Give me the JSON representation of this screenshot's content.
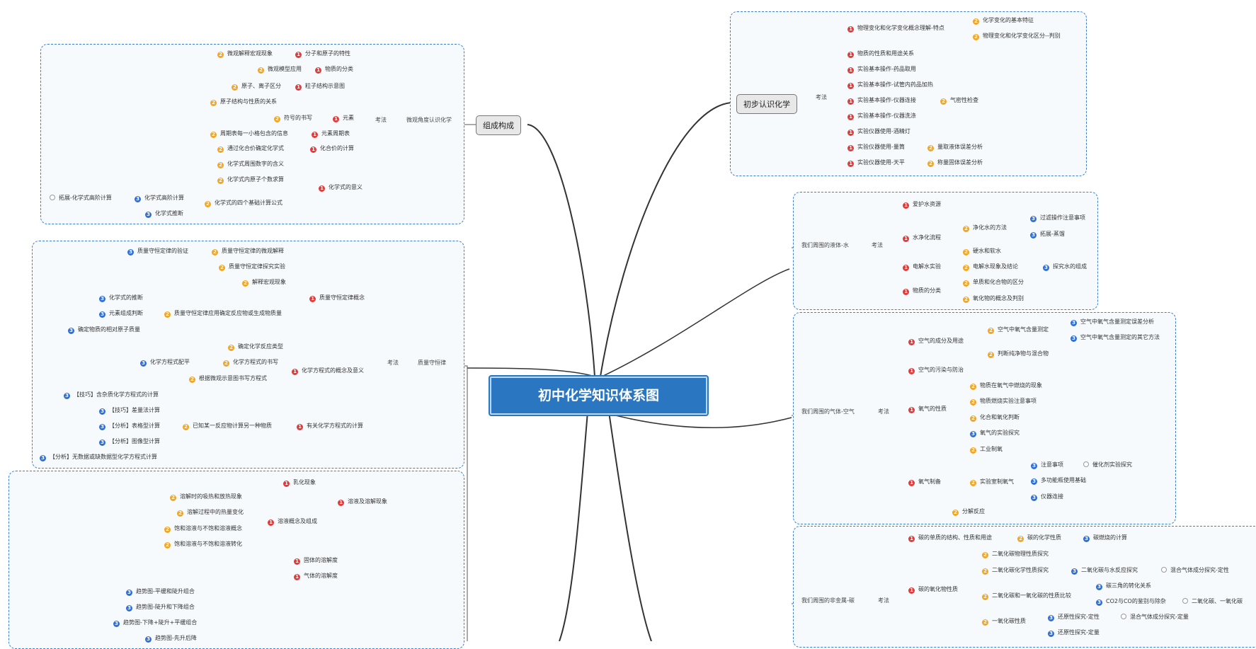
{
  "central": "初中化学知识体系图",
  "left": {
    "b1": {
      "topic": "组成构成",
      "via": "微观角度认识化学",
      "kaofa": "考法",
      "items": [
        {
          "p": 1,
          "t": "分子和原子的特性",
          "subs": [
            {
              "p": 2,
              "t": "微观解释宏观现象"
            }
          ]
        },
        {
          "p": 1,
          "t": "物质的分类",
          "subs": [
            {
              "p": 2,
              "t": "微观模型应用"
            }
          ]
        },
        {
          "p": 1,
          "t": "粒子结构示意图",
          "subs": [
            {
              "p": 2,
              "t": "原子、离子区分"
            },
            {
              "p": 2,
              "t": "原子结构与性质的关系"
            }
          ]
        },
        {
          "p": 1,
          "t": "元素",
          "subs": [
            {
              "p": 2,
              "t": "符号的书写"
            }
          ]
        },
        {
          "p": 1,
          "t": "元素周期表",
          "subs": [
            {
              "p": 2,
              "t": "周期表每一小格包含的信息"
            }
          ]
        },
        {
          "p": 1,
          "t": "化合价的计算",
          "subs": [
            {
              "p": 2,
              "t": "通过化合价确定化学式"
            }
          ]
        },
        {
          "p": 1,
          "t": "化学式的意义",
          "subs": [
            {
              "p": 2,
              "t": "化学式周围数字的含义"
            },
            {
              "p": 2,
              "t": "化学式内原子个数求算"
            },
            {
              "p": 2,
              "t": "化学式的四个基础计算公式"
            }
          ]
        }
      ],
      "deep": [
        {
          "p": 3,
          "t": "化学式高阶计算"
        },
        {
          "p": 4,
          "t": "拓展-化学式高阶计算"
        },
        {
          "p": 3,
          "t": "化学式推断"
        }
      ]
    },
    "b2": {
      "topic": "质量守恒律",
      "kaofa": "考法",
      "items": [
        {
          "p": 1,
          "t": "质量守恒定律概念"
        },
        {
          "p": 1,
          "t": "化学方程式的概念及意义"
        },
        {
          "p": 1,
          "t": "有关化学方程式的计算"
        }
      ],
      "subs": [
        {
          "p": 2,
          "t": "质量守恒定律的微观解释"
        },
        {
          "p": 3,
          "t": "质量守恒定律的验证"
        },
        {
          "p": 2,
          "t": "质量守恒定律探究实验"
        },
        {
          "p": 2,
          "t": "解释宏观现象"
        },
        {
          "p": 2,
          "t": "质量守恒定律应用确定反应物或生成物质量"
        },
        {
          "p": 3,
          "t": "化学式的推断"
        },
        {
          "p": 3,
          "t": "元素组成判断"
        },
        {
          "p": 3,
          "t": "确定物质的相对原子质量"
        },
        {
          "p": 2,
          "t": "确定化学反应类型"
        },
        {
          "p": 2,
          "t": "化学方程式的书写"
        },
        {
          "p": 3,
          "t": "化学方程式配平"
        },
        {
          "p": 2,
          "t": "根据微观示意图书写方程式"
        },
        {
          "p": 2,
          "t": "已知某一反应物计算另一种物质"
        },
        {
          "p": 3,
          "t": "【技巧】含杂质化学方程式的计算"
        },
        {
          "p": 3,
          "t": "【技巧】差量法计算"
        },
        {
          "p": 3,
          "t": "【分析】表格型计算"
        },
        {
          "p": 3,
          "t": "【分析】图像型计算"
        },
        {
          "p": 3,
          "t": "【分析】无数据或缺数据型化学方程式计算"
        }
      ]
    },
    "b3": {
      "items": [
        {
          "p": 1,
          "t": "乳化现象"
        },
        {
          "p": 1,
          "t": "溶液及溶解现象"
        },
        {
          "p": 1,
          "t": "溶液概念及组成"
        },
        {
          "p": 2,
          "t": "溶解时的吸热和放热现象"
        },
        {
          "p": 2,
          "t": "溶解过程中的热量变化"
        },
        {
          "p": 2,
          "t": "饱和溶液与不饱和溶液概念"
        },
        {
          "p": 2,
          "t": "饱和溶液与不饱和溶液转化"
        },
        {
          "p": 1,
          "t": "固体的溶解度"
        },
        {
          "p": 1,
          "t": "气体的溶解度"
        },
        {
          "p": 3,
          "t": "趋势图-平缓和陡升组合"
        },
        {
          "p": 3,
          "t": "趋势图-陡升和下降组合"
        },
        {
          "p": 3,
          "t": "趋势图-下降+陡升+平缓组合"
        },
        {
          "p": 3,
          "t": "趋势图-先升后降"
        }
      ]
    }
  },
  "right": {
    "b1": {
      "topic": "初步认识化学",
      "kaofa": "考法",
      "items": [
        {
          "p": 1,
          "t": "物理变化和化学变化概念理解-特点"
        },
        {
          "p": 1,
          "t": "物质的性质和用途关系"
        },
        {
          "p": 1,
          "t": "实验基本操作-药品取用"
        },
        {
          "p": 1,
          "t": "实验基本操作-试管内药品加热"
        },
        {
          "p": 1,
          "t": "实验基本操作-仪器连接"
        },
        {
          "p": 1,
          "t": "实验基本操作-仪器洗涤"
        },
        {
          "p": 1,
          "t": "实验仪器使用-酒精灯"
        },
        {
          "p": 1,
          "t": "实验仪器使用-量筒"
        },
        {
          "p": 1,
          "t": "实验仪器使用-天平"
        }
      ],
      "subs": [
        {
          "p": 2,
          "t": "化学变化的基本特征"
        },
        {
          "p": 2,
          "t": "物理变化和化学变化区分--判别"
        },
        {
          "p": 2,
          "t": "气密性检查"
        },
        {
          "p": 2,
          "t": "量取液体误差分析"
        },
        {
          "p": 2,
          "t": "称量固体误差分析"
        }
      ]
    },
    "b2": {
      "topic": "我们周围的液体-水",
      "kaofa": "考法",
      "items": [
        {
          "p": 1,
          "t": "爱护水资源"
        },
        {
          "p": 1,
          "t": "水净化流程"
        },
        {
          "p": 1,
          "t": "电解水实验"
        },
        {
          "p": 1,
          "t": "物质的分类"
        }
      ],
      "subs": [
        {
          "p": 2,
          "t": "净化水的方法"
        },
        {
          "p": 3,
          "t": "过滤操作注意事项"
        },
        {
          "p": 3,
          "t": "拓展-蒸馏"
        },
        {
          "p": 2,
          "t": "硬水和软水"
        },
        {
          "p": 2,
          "t": "电解水现象及结论"
        },
        {
          "p": 3,
          "t": "探究水的组成"
        },
        {
          "p": 2,
          "t": "单质和化合物的区分"
        },
        {
          "p": 2,
          "t": "氧化物的概念及判别"
        }
      ]
    },
    "b3": {
      "topic": "我们周围的气体-空气",
      "kaofa": "考法",
      "items": [
        {
          "p": 1,
          "t": "空气的成分及用途"
        },
        {
          "p": 1,
          "t": "空气的污染与防治"
        },
        {
          "p": 1,
          "t": "氧气的性质"
        },
        {
          "p": 1,
          "t": "氧气制备"
        }
      ],
      "subs": [
        {
          "p": 2,
          "t": "空气中氧气含量测定"
        },
        {
          "p": 3,
          "t": "空气中氧气含量测定误差分析"
        },
        {
          "p": 3,
          "t": "空气中氧气含量测定的其它方法"
        },
        {
          "p": 2,
          "t": "判断纯净物与混合物"
        },
        {
          "p": 2,
          "t": "物质在氧气中燃烧的现象"
        },
        {
          "p": 2,
          "t": "物质燃烧实验注意事项"
        },
        {
          "p": 2,
          "t": "化合和氧化判断"
        },
        {
          "p": 3,
          "t": "氧气的实验探究"
        },
        {
          "p": 2,
          "t": "工业制氧"
        },
        {
          "p": 2,
          "t": "实验室制氧气"
        },
        {
          "p": 3,
          "t": "注意事项"
        },
        {
          "p": 4,
          "t": "催化剂实验探究"
        },
        {
          "p": 3,
          "t": "多功能瓶使用基础"
        },
        {
          "p": 3,
          "t": "仪器连接"
        },
        {
          "p": 2,
          "t": "分解反应"
        }
      ]
    },
    "b4": {
      "topic": "我们周围的非金属-碳",
      "kaofa": "考法",
      "items": [
        {
          "p": 1,
          "t": "碳的单质的结构、性质和用途"
        },
        {
          "p": 1,
          "t": "碳的氧化物性质"
        }
      ],
      "subs": [
        {
          "p": 2,
          "t": "碳的化学性质"
        },
        {
          "p": 3,
          "t": "碳燃烧的计算"
        },
        {
          "p": 2,
          "t": "二氧化碳物理性质探究"
        },
        {
          "p": 2,
          "t": "二氧化碳化学性质探究"
        },
        {
          "p": 3,
          "t": "二氧化碳与水反应探究"
        },
        {
          "p": 4,
          "t": "混合气体成分探究-定性"
        },
        {
          "p": 2,
          "t": "二氧化碳和一氧化碳的性质比较"
        },
        {
          "p": 3,
          "t": "碳三角的转化关系"
        },
        {
          "p": 3,
          "t": "CO2与CO的鉴别与除杂"
        },
        {
          "p": 4,
          "t": "二氧化碳、一氧化碳"
        },
        {
          "p": 2,
          "t": "一氧化碳性质"
        },
        {
          "p": 3,
          "t": "还原性探究-定性"
        },
        {
          "p": 4,
          "t": "混合气体成分探究-定量"
        },
        {
          "p": 3,
          "t": "还原性探究-定量"
        }
      ]
    }
  },
  "colors": {
    "p1": "#e03c3c",
    "p2": "#f2a623",
    "p3": "#2f6fd6",
    "central": "#2b76c0",
    "box": "#3a7fd0"
  }
}
